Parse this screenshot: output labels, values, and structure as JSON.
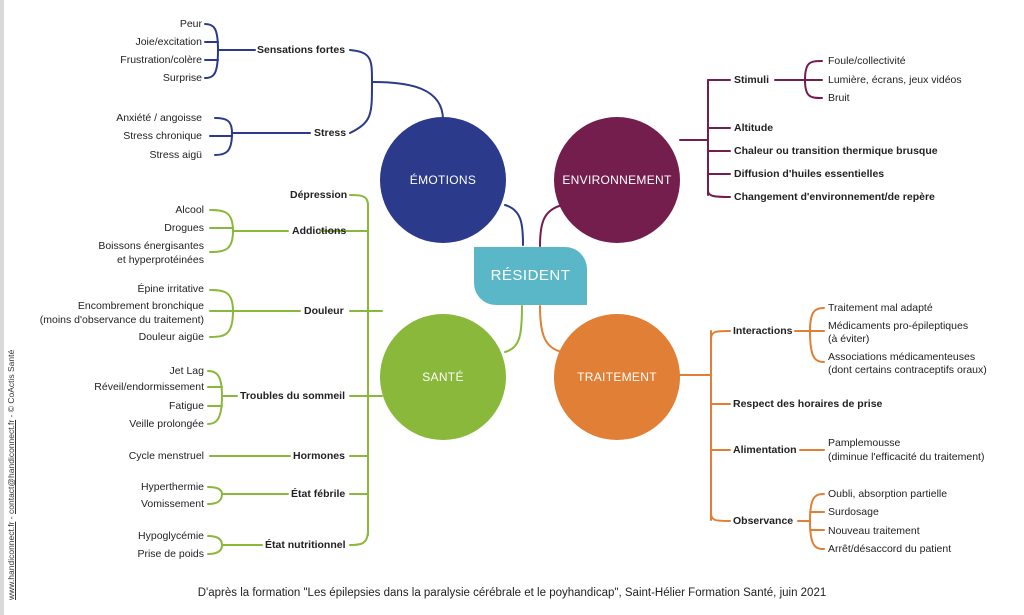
{
  "center": "RÉSIDENT",
  "hubs": {
    "emotions": {
      "label": "ÉMOTIONS",
      "color": "#2b3a8a"
    },
    "environnement": {
      "label": "ENVIRONNEMENT",
      "color": "#741e4e"
    },
    "sante": {
      "label": "SANTÉ",
      "color": "#8ab83a"
    },
    "traitement": {
      "label": "TRAITEMENT",
      "color": "#e07f35"
    }
  },
  "emotions": {
    "sensations": {
      "label": "Sensations fortes",
      "items": [
        "Peur",
        "Joie/excitation",
        "Frustration/colère",
        "Surprise"
      ]
    },
    "stress": {
      "label": "Stress",
      "items": [
        "Anxiété / angoisse",
        "Stress chronique",
        "Stress aigü"
      ]
    }
  },
  "environnement": {
    "stimuli": {
      "label": "Stimuli",
      "items": [
        "Foule/collectivité",
        "Lumière, écrans, jeux vidéos",
        "Bruit"
      ]
    },
    "others": [
      "Altitude",
      "Chaleur ou transition thermique brusque",
      "Diffusion d'huiles essentielles",
      "Changement d'environnement/de repère"
    ]
  },
  "sante": {
    "depression": "Dépression",
    "addictions": {
      "label": "Addictions",
      "items": [
        "Alcool",
        "Drogues",
        "Boissons énergisantes",
        "et hyperprotéinées"
      ]
    },
    "douleur": {
      "label": "Douleur",
      "items": [
        "Épine irritative",
        "Encombrement bronchique",
        "(moins d'observance du traitement)",
        "Douleur aigüe"
      ]
    },
    "sommeil": {
      "label": "Troubles du sommeil",
      "items": [
        "Jet Lag",
        "Réveil/endormissement",
        "Fatigue",
        "Veille prolongée"
      ]
    },
    "hormones": {
      "label": "Hormones",
      "items": [
        "Cycle menstruel"
      ]
    },
    "febrile": {
      "label": "État fébrile",
      "items": [
        "Hyperthermie",
        "Vomissement"
      ]
    },
    "nutritionnel": {
      "label": "État nutritionnel",
      "items": [
        "Hypoglycémie",
        "Prise de poids"
      ]
    }
  },
  "traitement": {
    "interactions": {
      "label": "Interactions",
      "items": [
        "Traitement mal adapté",
        "Médicaments pro-épileptiques",
        "(à éviter)",
        "Associations médicamenteuses",
        "(dont certains contraceptifs oraux)"
      ]
    },
    "horaires": "Respect des horaires de prise",
    "alimentation": {
      "label": "Alimentation",
      "items": [
        "Pamplemousse",
        "(diminue l'efficacité du traitement)"
      ]
    },
    "observance": {
      "label": "Observance",
      "items": [
        "Oubli, absorption partielle",
        "Surdosage",
        "Nouveau traitement",
        "Arrêt/désaccord du patient"
      ]
    }
  },
  "footer": "D'après la formation \"Les épilepsies dans la paralysie cérébrale et le poyhandicap\", Saint-Hélier Formation Santé, juin 2021",
  "side": {
    "site": "www.handiconnect.fr",
    "sep1": " - ",
    "mail": "contact@handiconnect.fr",
    "sep2": " - © CoActis Santé"
  }
}
